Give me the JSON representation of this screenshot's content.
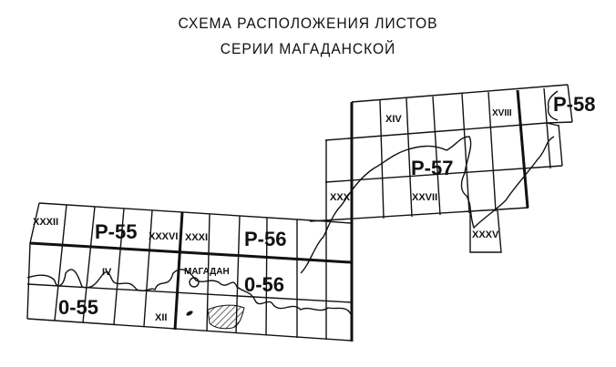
{
  "title": {
    "line1": "СХЕМА РАСПОЛОЖЕНИЯ ЛИСТОВ",
    "line2": "СЕРИИ МАГАДАНСКОЙ"
  },
  "sheets": {
    "p55": "P-55",
    "p56": "P-56",
    "p57": "P-57",
    "p58": "P-58",
    "o55": "0-55",
    "o56": "0-56"
  },
  "subsheets": {
    "xxxii": "XXXII",
    "xxxvi": "XXXVI",
    "xxxi": "XXXI",
    "iv": "IV",
    "xii": "XII",
    "xxx": "XXX",
    "xiv": "XIV",
    "xviii": "XVIII",
    "xxvii": "XXVII",
    "xxxv": "XXXV"
  },
  "places": {
    "magadan": "МАГАДАН"
  }
}
